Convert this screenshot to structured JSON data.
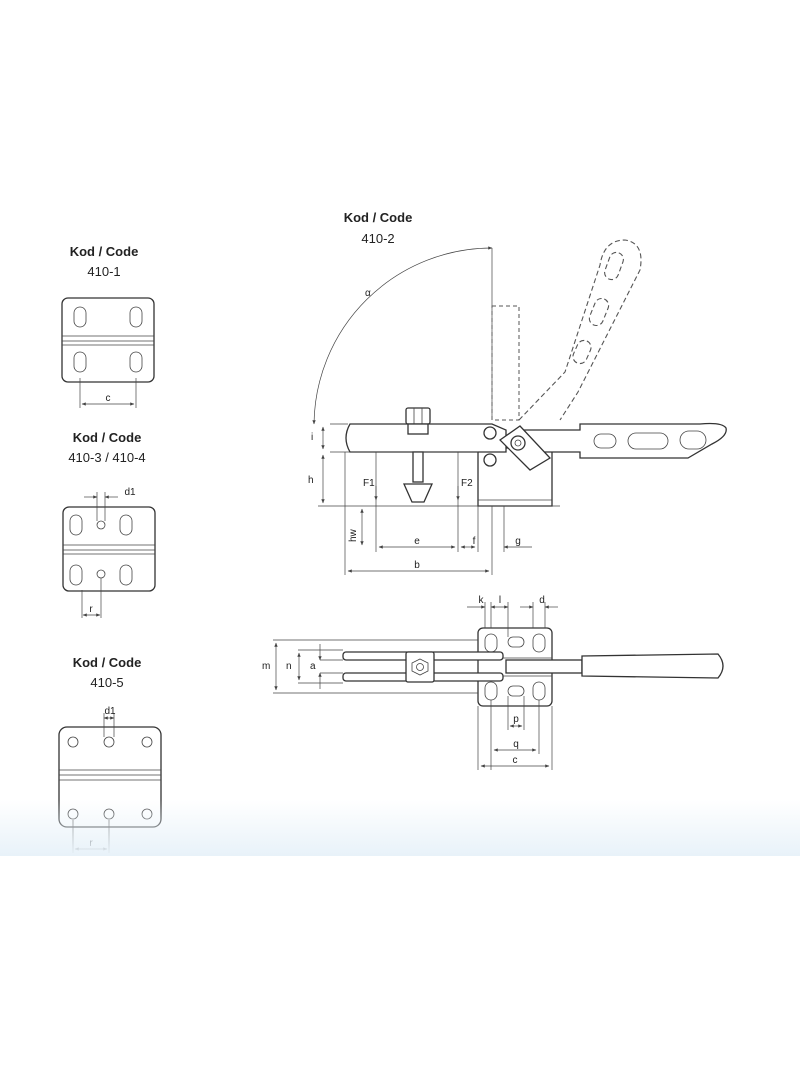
{
  "variants": [
    {
      "heading": "Kod / Code",
      "code": "410-1"
    },
    {
      "heading": "Kod / Code",
      "code": "410-3 / 410-4"
    },
    {
      "heading": "Kod / Code",
      "code": "410-5"
    },
    {
      "heading": "Kod / Code",
      "code": "410-2"
    }
  ],
  "side_view_labels": {
    "alpha": "α",
    "i": "i",
    "h": "h",
    "hw": "hw",
    "F1": "F1",
    "F2": "F2",
    "e": "e",
    "f": "f",
    "g": "g",
    "b": "b"
  },
  "top_view_labels": {
    "k": "k",
    "l": "l",
    "d": "d",
    "m": "m",
    "n": "n",
    "a": "a",
    "p": "p",
    "q": "q",
    "c": "c"
  },
  "plate_labels": {
    "c": "c",
    "d1_a": "d1",
    "r_a": "r",
    "d1_b": "d1",
    "r_b": "r"
  }
}
